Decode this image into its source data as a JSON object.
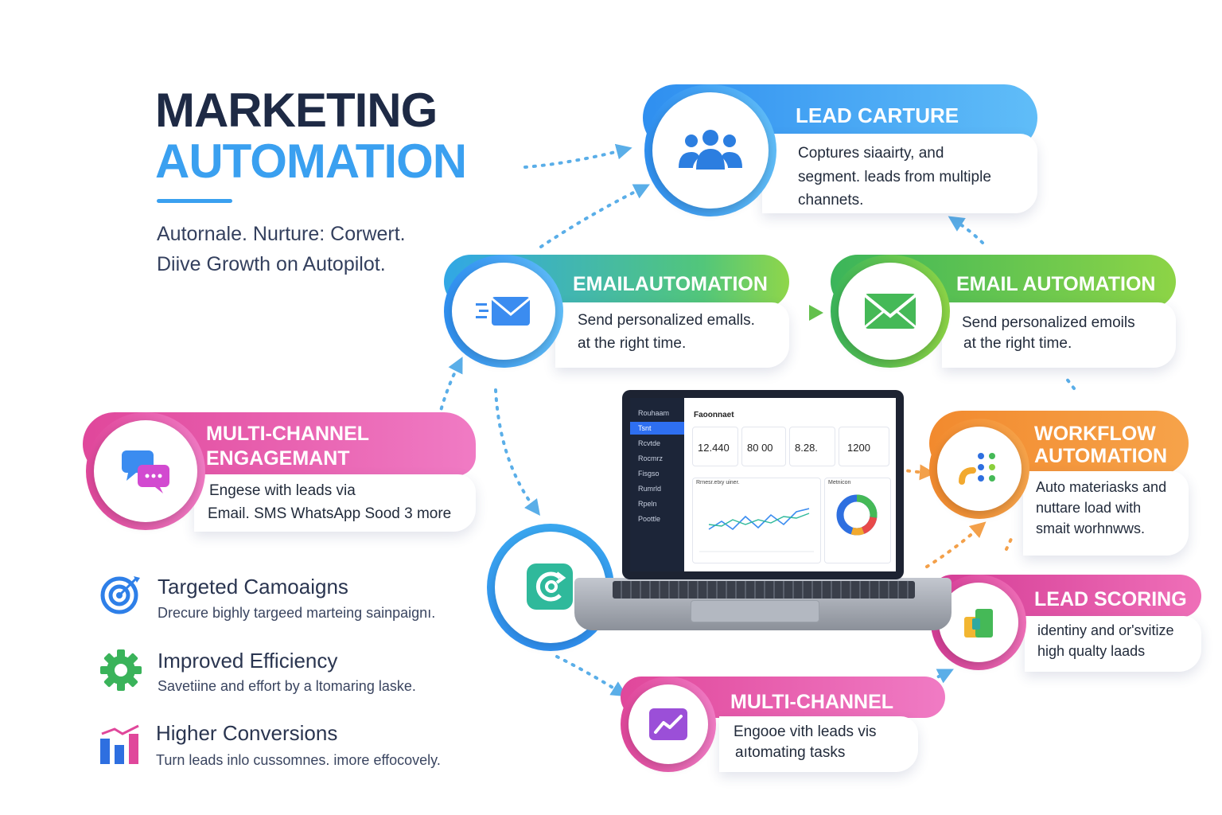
{
  "hero": {
    "title_line1": "MARKETING",
    "title_line2": "AUTOMATION",
    "tagline_line1": "Autornale. Nurture: Corwert.",
    "tagline_line2": "Diive Growth on Autopilot."
  },
  "cards": {
    "lead_capture": {
      "title": "LEAD CARTURE",
      "desc": [
        "Coptures siaairty,  and",
        "segment. leads from multiple",
        "channets."
      ],
      "icon": "users-icon"
    },
    "email_automation_1": {
      "title": "EMAILAUTOMATION",
      "desc": [
        "Send personalized emalls.",
        "at the right time."
      ],
      "icon": "mail-send-icon"
    },
    "email_automation_2": {
      "title": "EMAIL AUTOMATION",
      "desc": [
        "Send personalized emoils",
        "at the right time."
      ],
      "icon": "mail-icon"
    },
    "multichannel_engagement": {
      "title_line1": "MULTI-CHANNEL",
      "title_line2": "ENGAGEMANT",
      "desc": [
        "Engese with leads via",
        "Email. SMS WhatsApp Sood 3 more"
      ],
      "icon": "chat-icon"
    },
    "workflow_automation": {
      "title_line1": "WORKFLOW",
      "title_line2": "AUTOMATION",
      "desc": [
        "Auto materiasks and",
        "nuttare load with",
        "smait worhnwws."
      ],
      "icon": "workflow-icon"
    },
    "lead_scoring": {
      "title": "LEAD SCORING",
      "desc": [
        "identiny and or'svitize",
        "high qualty laads"
      ],
      "icon": "score-icon"
    },
    "multichannel_bottom": {
      "title": "MULTI-CHANNEL",
      "desc": [
        "Engooe vith leads vis",
        "aıtomating tasks"
      ],
      "icon": "chart-up-icon"
    }
  },
  "benefits": [
    {
      "title": "Targeted Camoaigns",
      "desc": "Drecure bighly targeed marteing sainpaignı.",
      "icon": "target-icon"
    },
    {
      "title": "Improved Efficiency",
      "desc": "Savetiine and effort by a ltomaring laske.",
      "icon": "gear-icon"
    },
    {
      "title": "Higher Conversions",
      "desc": "Turn leads inlo cussomnes. imore effocovely.",
      "icon": "bar-chart-icon"
    }
  ],
  "dashboard": {
    "header": "Faoonnaet",
    "sidebar": [
      "Rouhaam",
      "Tsnt",
      "Rcvtde",
      "Rocmrz",
      "Fisgso",
      "Rumrld",
      "Rpeln",
      "Poottle"
    ],
    "kpis": [
      "12.440",
      "80 00",
      "8.28.",
      "1200"
    ],
    "panel_left_title": "Rrnesr.etxy uiner.",
    "panel_right_title": "Metnicon"
  },
  "colors": {
    "blue": "#2f8ff0",
    "green": "#3bb55a",
    "pink": "#e0479b",
    "orange": "#f28a2e",
    "navy": "#1e2a45"
  }
}
